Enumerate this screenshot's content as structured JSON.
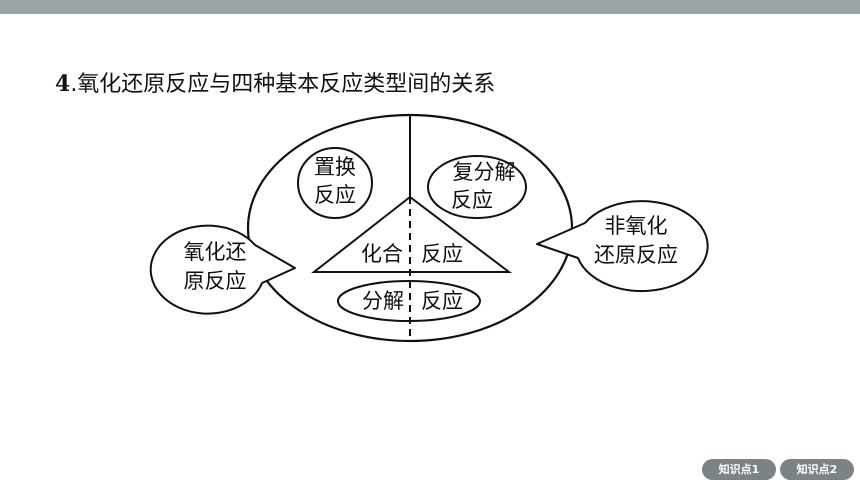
{
  "heading": {
    "number": "4",
    "text": ".氧化还原反应与四种基本反应类型间的关系"
  },
  "diagram": {
    "displacement_line1": "置换",
    "displacement_line2": "反应",
    "double_decomp_line1": "复分解",
    "double_decomp_line2": "反应",
    "combination_left": "化合",
    "combination_right": "反应",
    "decomposition_left": "分解",
    "decomposition_right": "反应",
    "redox_line1": "氧化还",
    "redox_line2": "原反应",
    "non_redox_line1": "非氧化",
    "non_redox_line2": "还原反应"
  },
  "nav": {
    "btn1": "知识点1",
    "btn2": "知识点2"
  },
  "colors": {
    "stroke": "#111111",
    "top_bar": "#9aa3a6",
    "nav_button": "#7c8386"
  }
}
